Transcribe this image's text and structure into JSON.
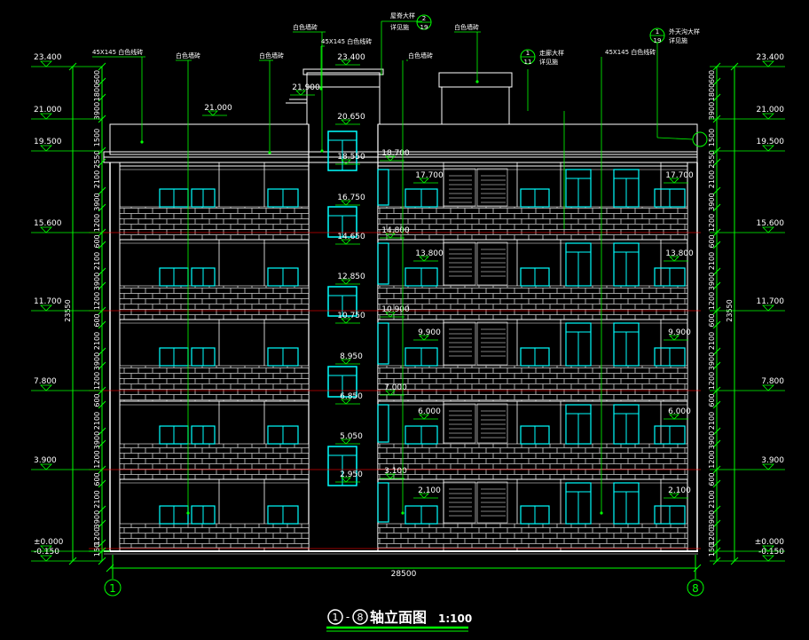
{
  "title": {
    "prefix_circle_1": "1",
    "dash": "-",
    "prefix_circle_2": "8",
    "text": "轴立面图",
    "scale": "1:100"
  },
  "colors": {
    "background": "#000000",
    "lines": "#ffffff",
    "dims": "#00ff00",
    "windows": "#00ffff",
    "floor_lines": "#ff0000",
    "title": "#ffffff",
    "underline": "#00ff00"
  },
  "elevations_left": [
    "23.400",
    "21.000",
    "19.500",
    "15.600",
    "11.700",
    "7.800",
    "3.900",
    "±0.000",
    "-0.150"
  ],
  "elevations_right": [
    "23.400",
    "21.000",
    "19.500",
    "15.600",
    "11.700",
    "7.800",
    "3.900",
    "±0.000",
    "-0.150"
  ],
  "dims_left": [
    "600",
    "1800",
    "3900",
    "1500",
    "2550",
    "2100",
    "3900",
    "1200",
    "600",
    "2100",
    "3900",
    "1200",
    "600",
    "2100",
    "3900",
    "1200",
    "600",
    "2100",
    "3900",
    "1200",
    "600",
    "2100",
    "3900",
    "1200",
    "150"
  ],
  "dims_left_total": "23550",
  "dims_right": [
    "600",
    "1800",
    "3900",
    "1500",
    "2550",
    "2100",
    "3900",
    "1200",
    "600",
    "2100",
    "3900",
    "1200",
    "600",
    "2100",
    "3900",
    "1200",
    "600",
    "2100",
    "3900",
    "1200",
    "600",
    "2100",
    "3900",
    "1200",
    "150"
  ],
  "dims_right_total": "23550",
  "total_width": "28500",
  "axis_left": "1",
  "axis_right": "8",
  "stair_window_elevs": [
    "20.650",
    "18.550",
    "16.750",
    "14.650",
    "12.850",
    "10.750",
    "8.950",
    "6.850",
    "5.050",
    "2.950"
  ],
  "right_stair_elevs": [
    "18.700",
    "14.800",
    "10.900",
    "7.000",
    "3.100"
  ],
  "window_elevs_center": [
    "17.700",
    "13.800",
    "9.900",
    "6.000",
    "2.100"
  ],
  "window_elevs_right": [
    "17.700",
    "13.800",
    "9.900",
    "6.000",
    "2.100"
  ],
  "roof_elevs": [
    "21.900",
    "23.400",
    "21.000"
  ],
  "notes": {
    "left_line": "45X145 白色线砖",
    "white_tile_1": "白色墙砖",
    "white_tile_2": "白色墙砖",
    "top_center": "白色墙砖",
    "top_line": "45X145 白色线砖",
    "top_ref": "屋脊大样",
    "top_ref_sub": "详见施",
    "ref2_num": "2",
    "ref2_sheet": "19",
    "top_right_note": "白色墙砖",
    "mid_note": "白色墙砖",
    "ref1_num": "1",
    "ref1_sheet": "11",
    "ref1_label": "走廊大样",
    "ref1_sub": "详见施",
    "right_line": "45X145 白色线砖",
    "ref3_num": "1",
    "ref3_sheet": "19",
    "ref3_label": "外天沟大样",
    "ref3_sub": "详见施"
  }
}
